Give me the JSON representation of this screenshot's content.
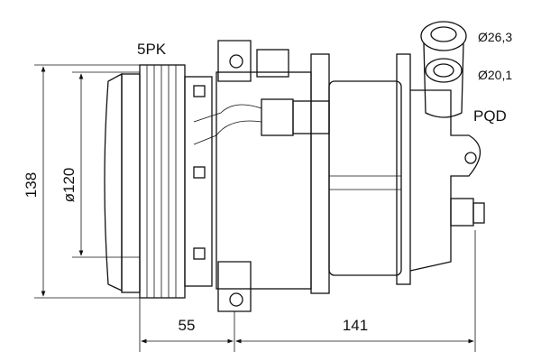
{
  "labels": {
    "belt": "5PK",
    "height": "138",
    "pulley_diameter": "ø120",
    "pulley_offset": "55",
    "body_length": "141",
    "port_large": "Ø26,3",
    "port_small": "Ø20,1",
    "connection": "PQD"
  }
}
